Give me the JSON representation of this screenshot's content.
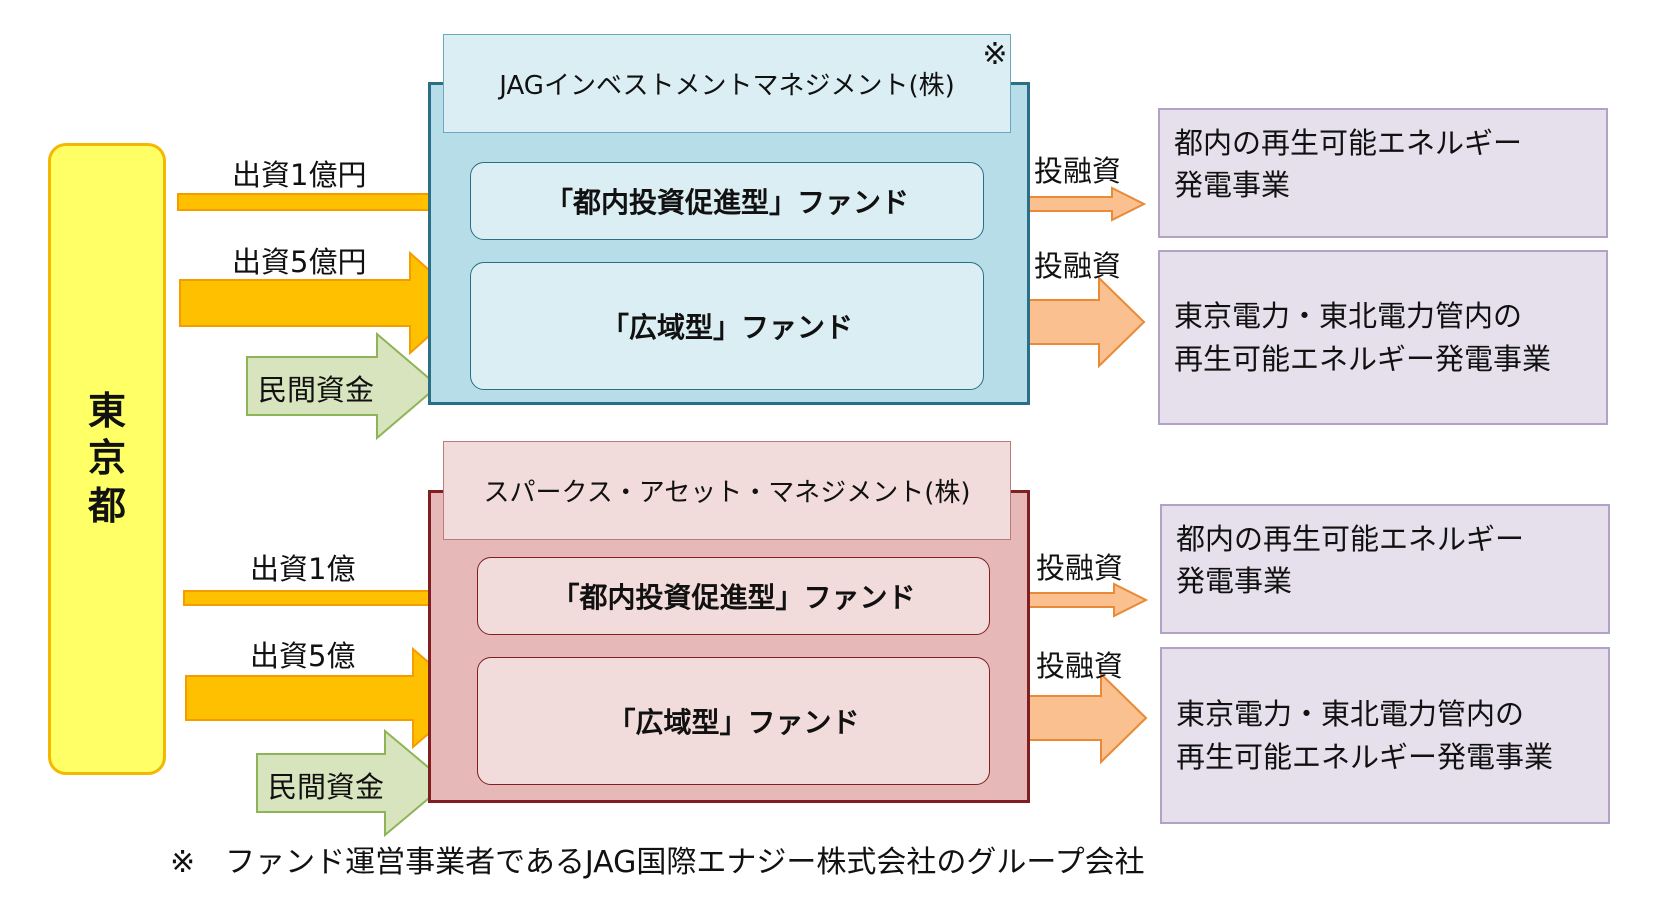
{
  "tokyo": {
    "chars": [
      "東",
      "京",
      "都"
    ]
  },
  "jag": {
    "company": "JAGインベストメントマネジメント(株)",
    "mark": "※",
    "fund_invest_promo": "「都内投資促進型」ファンド",
    "fund_wide_area": "「広域型」ファンド",
    "invest_label_1": "出資1億円",
    "invest_label_2": "出資5億円",
    "private_funds": "民間資金",
    "loan_label_1": "投融資",
    "loan_label_2": "投融資"
  },
  "sparx": {
    "company": "スパークス・アセット・マネジメント(株)",
    "fund_invest_promo": "「都内投資促進型」ファンド",
    "fund_wide_area": "「広域型」ファンド",
    "invest_label_1": "出資1億",
    "invest_label_2": "出資5億",
    "private_funds": "民間資金",
    "loan_label_1": "投融資",
    "loan_label_2": "投融資"
  },
  "targets": [
    {
      "lines": [
        "都内の再生可能エネルギー",
        "発電事業"
      ]
    },
    {
      "lines": [
        "東京電力・東北電力管内の",
        "再生可能エネルギー発電事業"
      ]
    },
    {
      "lines": [
        "都内の再生可能エネルギー",
        "発電事業"
      ]
    },
    {
      "lines": [
        "東京電力・東北電力管内の",
        "再生可能エネルギー発電事業"
      ]
    }
  ],
  "footnote": "※　ファンド運営事業者であるJAG国際エナジー株式会社のグループ会社",
  "colors": {
    "tokyo_fill": "#ffff66",
    "invest_arrow": "#ffc000",
    "loan_arrow": "#fac090",
    "private_arrow": "#d7e4bd",
    "jag_panel": "#b7dde8",
    "sparx_panel": "#e6b9b8",
    "target_fill": "#e5e0ec"
  }
}
